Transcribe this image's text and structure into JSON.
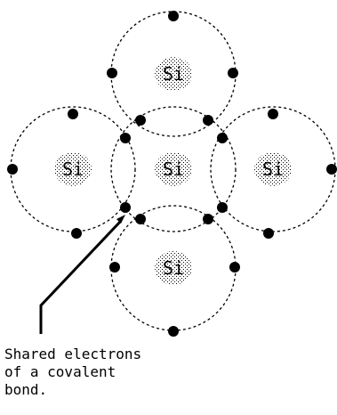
{
  "atoms": [
    {
      "id": "top",
      "label": "Si"
    },
    {
      "id": "left",
      "label": "Si"
    },
    {
      "id": "center",
      "label": "Si"
    },
    {
      "id": "right",
      "label": "Si"
    },
    {
      "id": "bottom",
      "label": "Si"
    }
  ],
  "caption": {
    "line1": "Shared electrons",
    "line2": "of a covalent",
    "line3": "bond."
  },
  "colors": {
    "ink": "#000000",
    "background": "#ffffff"
  }
}
